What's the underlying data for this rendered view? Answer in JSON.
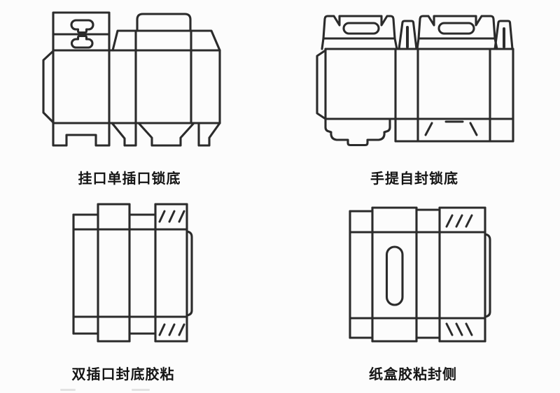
{
  "page": {
    "background": "#fcfcfc",
    "line_color": "#2b2b2b",
    "label_color": "#141414"
  },
  "diagrams": [
    {
      "id": "hang-tab-single-tuck-lock-bottom",
      "label": "挂口单插口锁底",
      "features": [
        "hang-hole-slots",
        "tuck-top-lid",
        "snap-lock-bottom-flaps",
        "side-glue-flap"
      ]
    },
    {
      "id": "handle-self-seal-lock-bottom",
      "label": "手提自封锁底",
      "features": [
        "carry-handle-ovals",
        "handle-lock-notches",
        "slot-flaps",
        "self-seal-lock-bottom",
        "side-glue-flap"
      ]
    },
    {
      "id": "double-tuck-glued-bottom",
      "label": "双插口封底胶粘",
      "features": [
        "double-tuck-flaps",
        "glue-hatch-marks",
        "side-glue-flap"
      ]
    },
    {
      "id": "carton-glued-side-seal",
      "label": "纸盒胶粘封侧",
      "features": [
        "display-window-slot",
        "glue-hatch-marks",
        "side-glue-flap"
      ]
    }
  ]
}
